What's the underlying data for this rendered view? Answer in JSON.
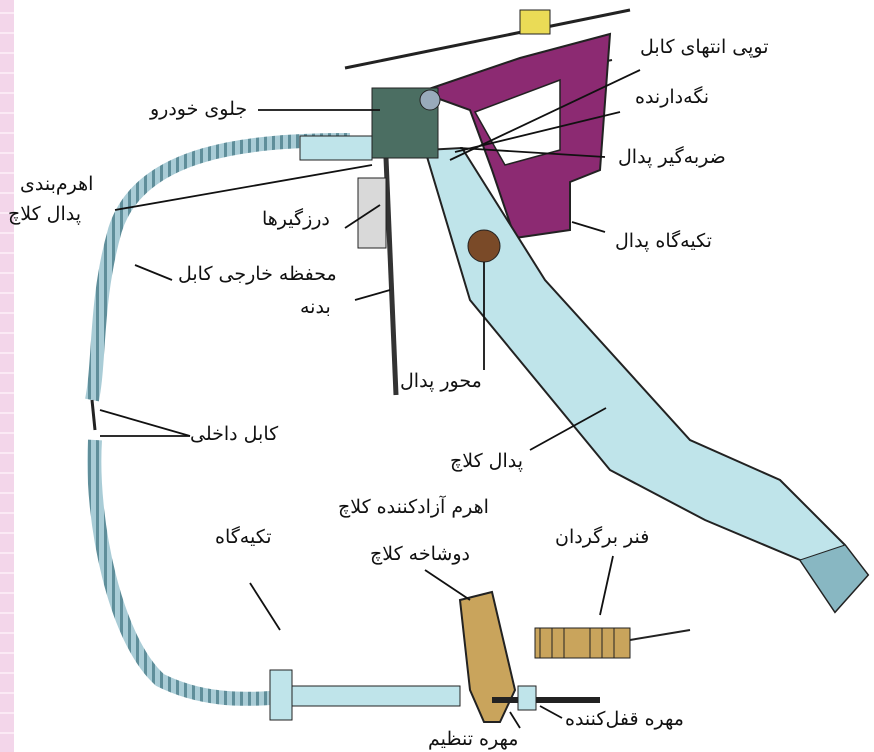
{
  "labels": {
    "cable_end_ball": "توپی انتهای کابل",
    "holder": "نگه‌دارنده",
    "vehicle_front": "جلوی خودرو",
    "pedal_stopper": "ضربه‌گیر پدال",
    "pedal_linkage_line1": "اهرم‌بندی",
    "pedal_linkage_line2": "پدال کلاچ",
    "grommets": "درزگیرها",
    "pedal_bracket": "تکیه‌گاه پدال",
    "outer_cable_housing": "محفظه خارجی کابل",
    "body": "بدنه",
    "pedal_pivot": "محور پدال",
    "inner_cable": "کابل داخلی",
    "clutch_pedal": "پدال کلاچ",
    "release_lever": "اهرم آزادکننده کلاچ",
    "support": "تکیه‌گاه",
    "return_spring": "فنر برگردان",
    "clutch_fork": "دوشاخه کلاچ",
    "lock_nut": "مهره قفل‌کننده",
    "adjusting_nut": "مهره تنظیم"
  },
  "colors": {
    "pedal_fill": "#bfe4ea",
    "bracket_fill": "#8c2a72",
    "fork_fill": "#c9a45c",
    "cable": "#8fb9c4",
    "stroke": "#222222"
  }
}
